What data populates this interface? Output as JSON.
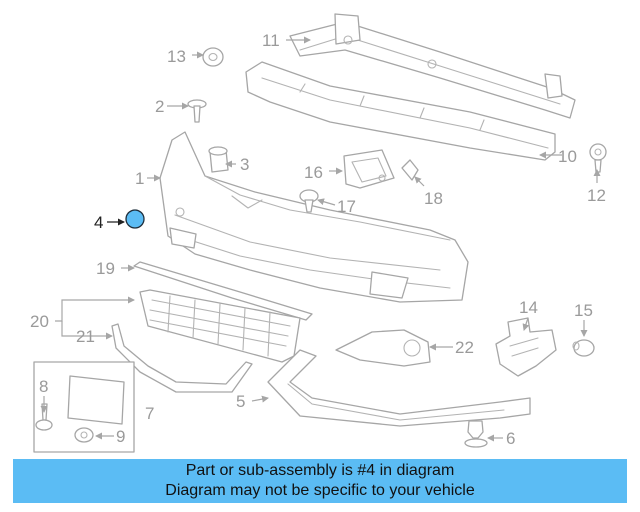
{
  "diagram": {
    "highlighted_part": "4",
    "callouts": [
      {
        "id": "c1",
        "label": "1"
      },
      {
        "id": "c2",
        "label": "2"
      },
      {
        "id": "c3",
        "label": "3"
      },
      {
        "id": "c4",
        "label": "4"
      },
      {
        "id": "c5",
        "label": "5"
      },
      {
        "id": "c6",
        "label": "6"
      },
      {
        "id": "c7",
        "label": "7"
      },
      {
        "id": "c8",
        "label": "8"
      },
      {
        "id": "c9",
        "label": "9"
      },
      {
        "id": "c10",
        "label": "10"
      },
      {
        "id": "c11",
        "label": "11"
      },
      {
        "id": "c12",
        "label": "12"
      },
      {
        "id": "c13",
        "label": "13"
      },
      {
        "id": "c14",
        "label": "14"
      },
      {
        "id": "c15",
        "label": "15"
      },
      {
        "id": "c16",
        "label": "16"
      },
      {
        "id": "c17",
        "label": "17"
      },
      {
        "id": "c18",
        "label": "18"
      },
      {
        "id": "c19",
        "label": "19"
      },
      {
        "id": "c20",
        "label": "20"
      },
      {
        "id": "c21",
        "label": "21"
      },
      {
        "id": "c22",
        "label": "22"
      }
    ],
    "colors": {
      "line_art": "#a6a6a6",
      "highlight_part": "#5bbcf4",
      "highlight_label": "#222222",
      "caption_background": "#5bbcf4"
    }
  },
  "caption": {
    "line1": "Part or sub-assembly is #4 in diagram",
    "line2": "Diagram may not be specific to your vehicle"
  }
}
